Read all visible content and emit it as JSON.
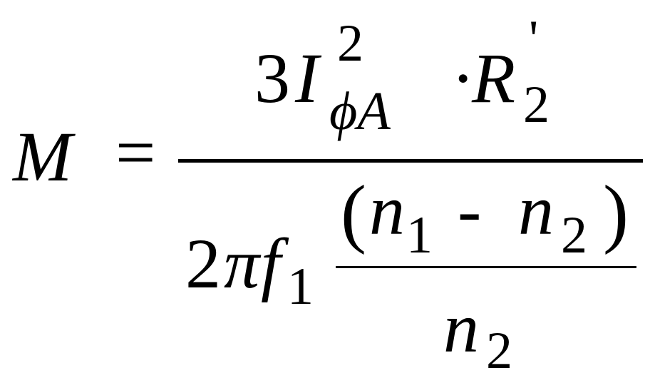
{
  "formula": {
    "lhs": "M",
    "equals": "=",
    "numerator": {
      "coefficient": "3",
      "current_symbol": "I",
      "current_exponent": "2",
      "current_subscript": "ϕA",
      "dot": "·",
      "resistance_symbol": "R",
      "resistance_prime": "'",
      "resistance_subscript": "2"
    },
    "denominator": {
      "coefficient": "2",
      "pi": "π",
      "frequency_symbol": "f",
      "frequency_subscript": "1",
      "slip_numerator": {
        "open_paren": "(",
        "n1_symbol": "n",
        "n1_subscript": "1",
        "minus": "-",
        "n2_symbol": "n",
        "n2_subscript": "2",
        "close_paren": ")"
      },
      "slip_denominator": {
        "symbol": "n",
        "subscript": "2"
      }
    }
  }
}
